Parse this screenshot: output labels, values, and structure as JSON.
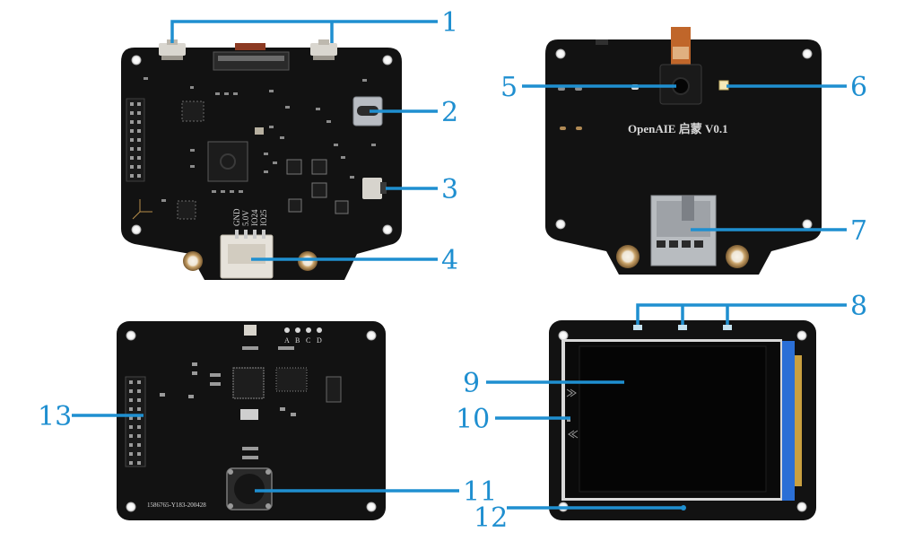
{
  "boards": {
    "top_left": {
      "pin_labels": [
        "GND",
        "5.0V",
        "IO24",
        "IO25"
      ]
    },
    "top_right": {
      "silkscreen": "OpenAIE 启蒙 V0.1"
    },
    "bottom_left": {
      "silkscreen": "1586765-Y183-200428",
      "pad_letters": [
        "A",
        "B",
        "C",
        "D"
      ]
    }
  },
  "callouts": [
    {
      "id": "1",
      "label": "1"
    },
    {
      "id": "2",
      "label": "2"
    },
    {
      "id": "3",
      "label": "3"
    },
    {
      "id": "4",
      "label": "4"
    },
    {
      "id": "5",
      "label": "5"
    },
    {
      "id": "6",
      "label": "6"
    },
    {
      "id": "7",
      "label": "7"
    },
    {
      "id": "8",
      "label": "8"
    },
    {
      "id": "9",
      "label": "9"
    },
    {
      "id": "10",
      "label": "10"
    },
    {
      "id": "11",
      "label": "11"
    },
    {
      "id": "12",
      "label": "12"
    },
    {
      "id": "13",
      "label": "13"
    }
  ],
  "colors": {
    "callout": "#1f8fd0",
    "pcb": "#121212",
    "silk": "#d8d8d8",
    "copper": "#c9a36a",
    "connector": "#e6e2da",
    "lcd_frame": "#2b6fd6"
  }
}
